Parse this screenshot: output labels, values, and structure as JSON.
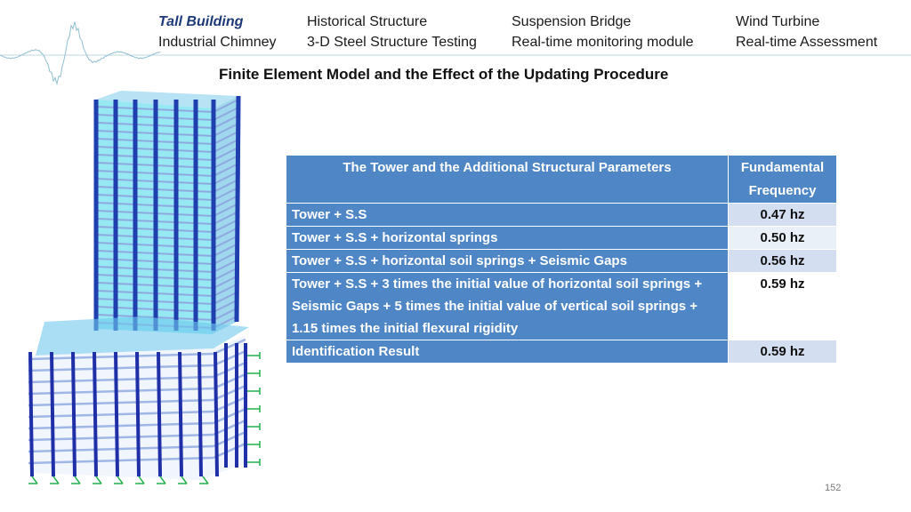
{
  "nav": {
    "row1": [
      "Tall Building",
      "Historical Structure",
      "Suspension Bridge",
      "Wind Turbine"
    ],
    "row2": [
      "Industrial Chimney",
      "3-D Steel Structure Testing",
      "Real-time monitoring module",
      "Real-time Assessment"
    ],
    "active": "Tall Building"
  },
  "title": "Finite Element Model and the Effect of the Updating Procedure",
  "table": {
    "header": {
      "col1": "The Tower and the Additional Structural Parameters",
      "col2": "Fundamental Frequency"
    },
    "rows": [
      {
        "param": "Tower + S.S",
        "freq": "0.47 hz"
      },
      {
        "param": "Tower + S.S + horizontal springs",
        "freq": "0.50 hz"
      },
      {
        "param": "Tower + S.S + horizontal soil springs + Seismic Gaps",
        "freq": "0.56 hz"
      },
      {
        "param": "Tower + S.S + 3 times the initial value of horizontal soil springs + Seismic Gaps + 5 times the initial value of vertical soil springs + 1.15 times the initial flexural rigidity",
        "freq": "0.59 hz"
      },
      {
        "param": "Identification Result",
        "freq": "0.59 hz"
      }
    ]
  },
  "page_number": "152",
  "colors": {
    "table_header": "#4f86c6",
    "value_cell": "#d3dff0",
    "nav_active": "#1f3a78",
    "model_column": "#1f3fae",
    "model_core": "#3fd7e8",
    "support": "#22b04a"
  }
}
